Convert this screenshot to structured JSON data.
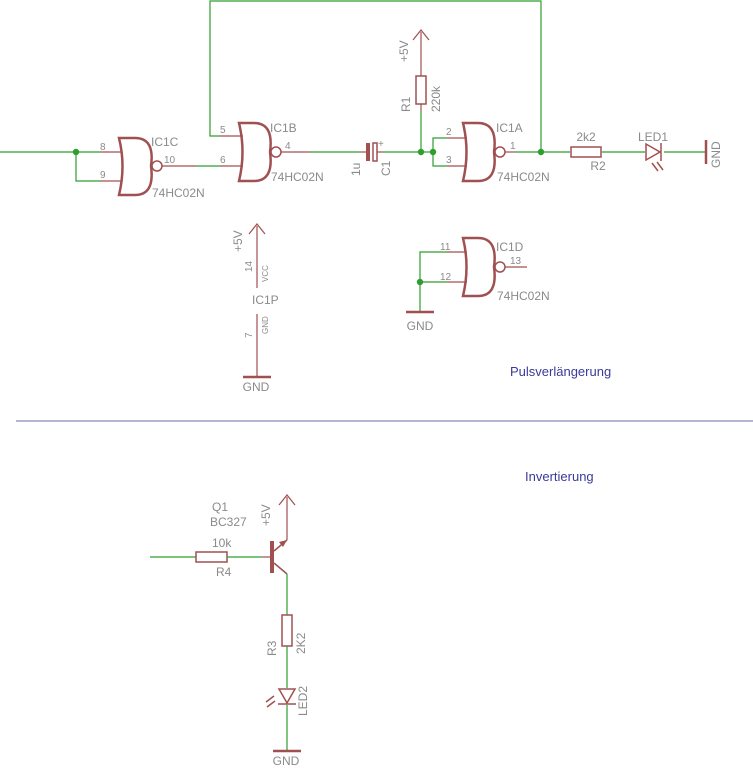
{
  "colors": {
    "wire": "#2e9e2e",
    "symbol": "#a05050",
    "label": "#8a8a8a",
    "note": "#3a3a9a",
    "divider": "#6a6aaa"
  },
  "sections": {
    "pulse": "Pulsverlängerung",
    "invert": "Invertierung"
  },
  "gates": {
    "ic1c": {
      "name": "IC1C",
      "type": "74HC02N",
      "pin_a": "8",
      "pin_b": "9",
      "pin_out": "10"
    },
    "ic1b": {
      "name": "IC1B",
      "type": "74HC02N",
      "pin_a": "5",
      "pin_b": "6",
      "pin_out": "4"
    },
    "ic1a": {
      "name": "IC1A",
      "type": "74HC02N",
      "pin_a": "2",
      "pin_b": "3",
      "pin_out": "1"
    },
    "ic1d": {
      "name": "IC1D",
      "type": "74HC02N",
      "pin_a": "11",
      "pin_b": "12",
      "pin_out": "13"
    }
  },
  "power_block": {
    "name": "IC1P",
    "supply": "+5V",
    "vcc_pin": "14",
    "vcc_label": "VCC",
    "gnd_pin": "7",
    "gnd_label": "GND",
    "ground": "GND"
  },
  "components": {
    "c1": {
      "name": "C1",
      "value": "1u"
    },
    "r1": {
      "name": "R1",
      "value": "220k",
      "supply": "+5V"
    },
    "r2": {
      "name": "R2",
      "value": "2k2"
    },
    "led1": {
      "name": "LED1",
      "ground": "GND"
    },
    "ic1d_ground": "GND",
    "q1": {
      "name": "Q1",
      "type": "BC327",
      "supply": "+5V"
    },
    "r4": {
      "name": "R4",
      "value": "10k"
    },
    "r3": {
      "name": "R3",
      "value": "2K2"
    },
    "led2": {
      "name": "LED2",
      "ground": "GND"
    }
  }
}
